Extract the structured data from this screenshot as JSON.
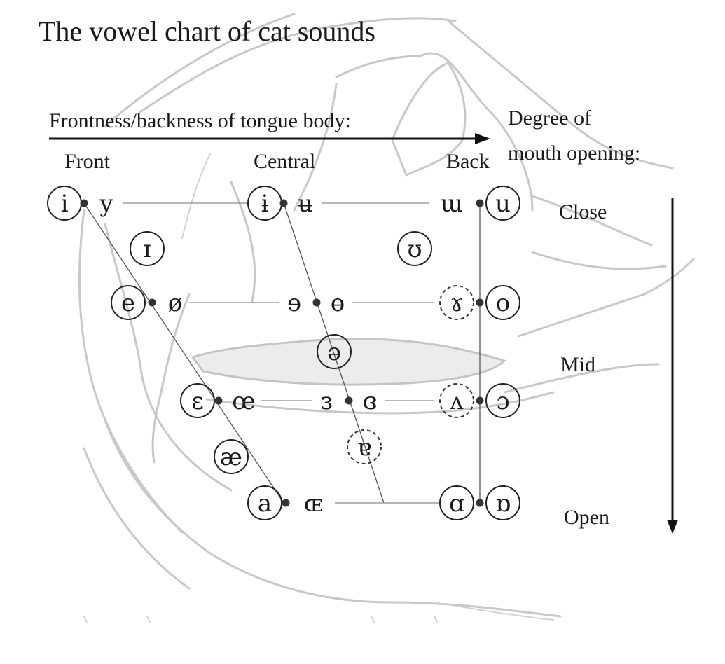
{
  "title": "The vowel chart of cat sounds",
  "axes": {
    "frontness_label": "Frontness/backness of tongue body:",
    "opening_label_line1": "Degree of",
    "opening_label_line2": "mouth opening:"
  },
  "columns": {
    "front": "Front",
    "central": "Central",
    "back": "Back"
  },
  "rows": {
    "close": "Close",
    "mid": "Mid",
    "open": "Open"
  },
  "vowels": {
    "i": "i",
    "y": "y",
    "barred_i": "ɨ",
    "barred_u": "ʉ",
    "turned_m": "ɯ",
    "u": "u",
    "small_cap_i": "ɪ",
    "upsilon": "ʊ",
    "e": "e",
    "o_slash": "ø",
    "rev_e": "ɘ",
    "barred_o": "ɵ",
    "ram_horns": "ɤ",
    "o": "o",
    "schwa": "ə",
    "open_e": "ɛ",
    "oe": "œ",
    "rev_open_e": "ɜ",
    "closed_rev_e": "ɞ",
    "wedge": "ʌ",
    "open_o": "ɔ",
    "turned_a": "ɐ",
    "ash": "æ",
    "a": "a",
    "small_cap_oe": "ɶ",
    "script_a": "ɑ",
    "turned_script_a": "ɒ"
  },
  "colors": {
    "ink": "#1a1a1a",
    "sketch": "#c8c8c8"
  }
}
